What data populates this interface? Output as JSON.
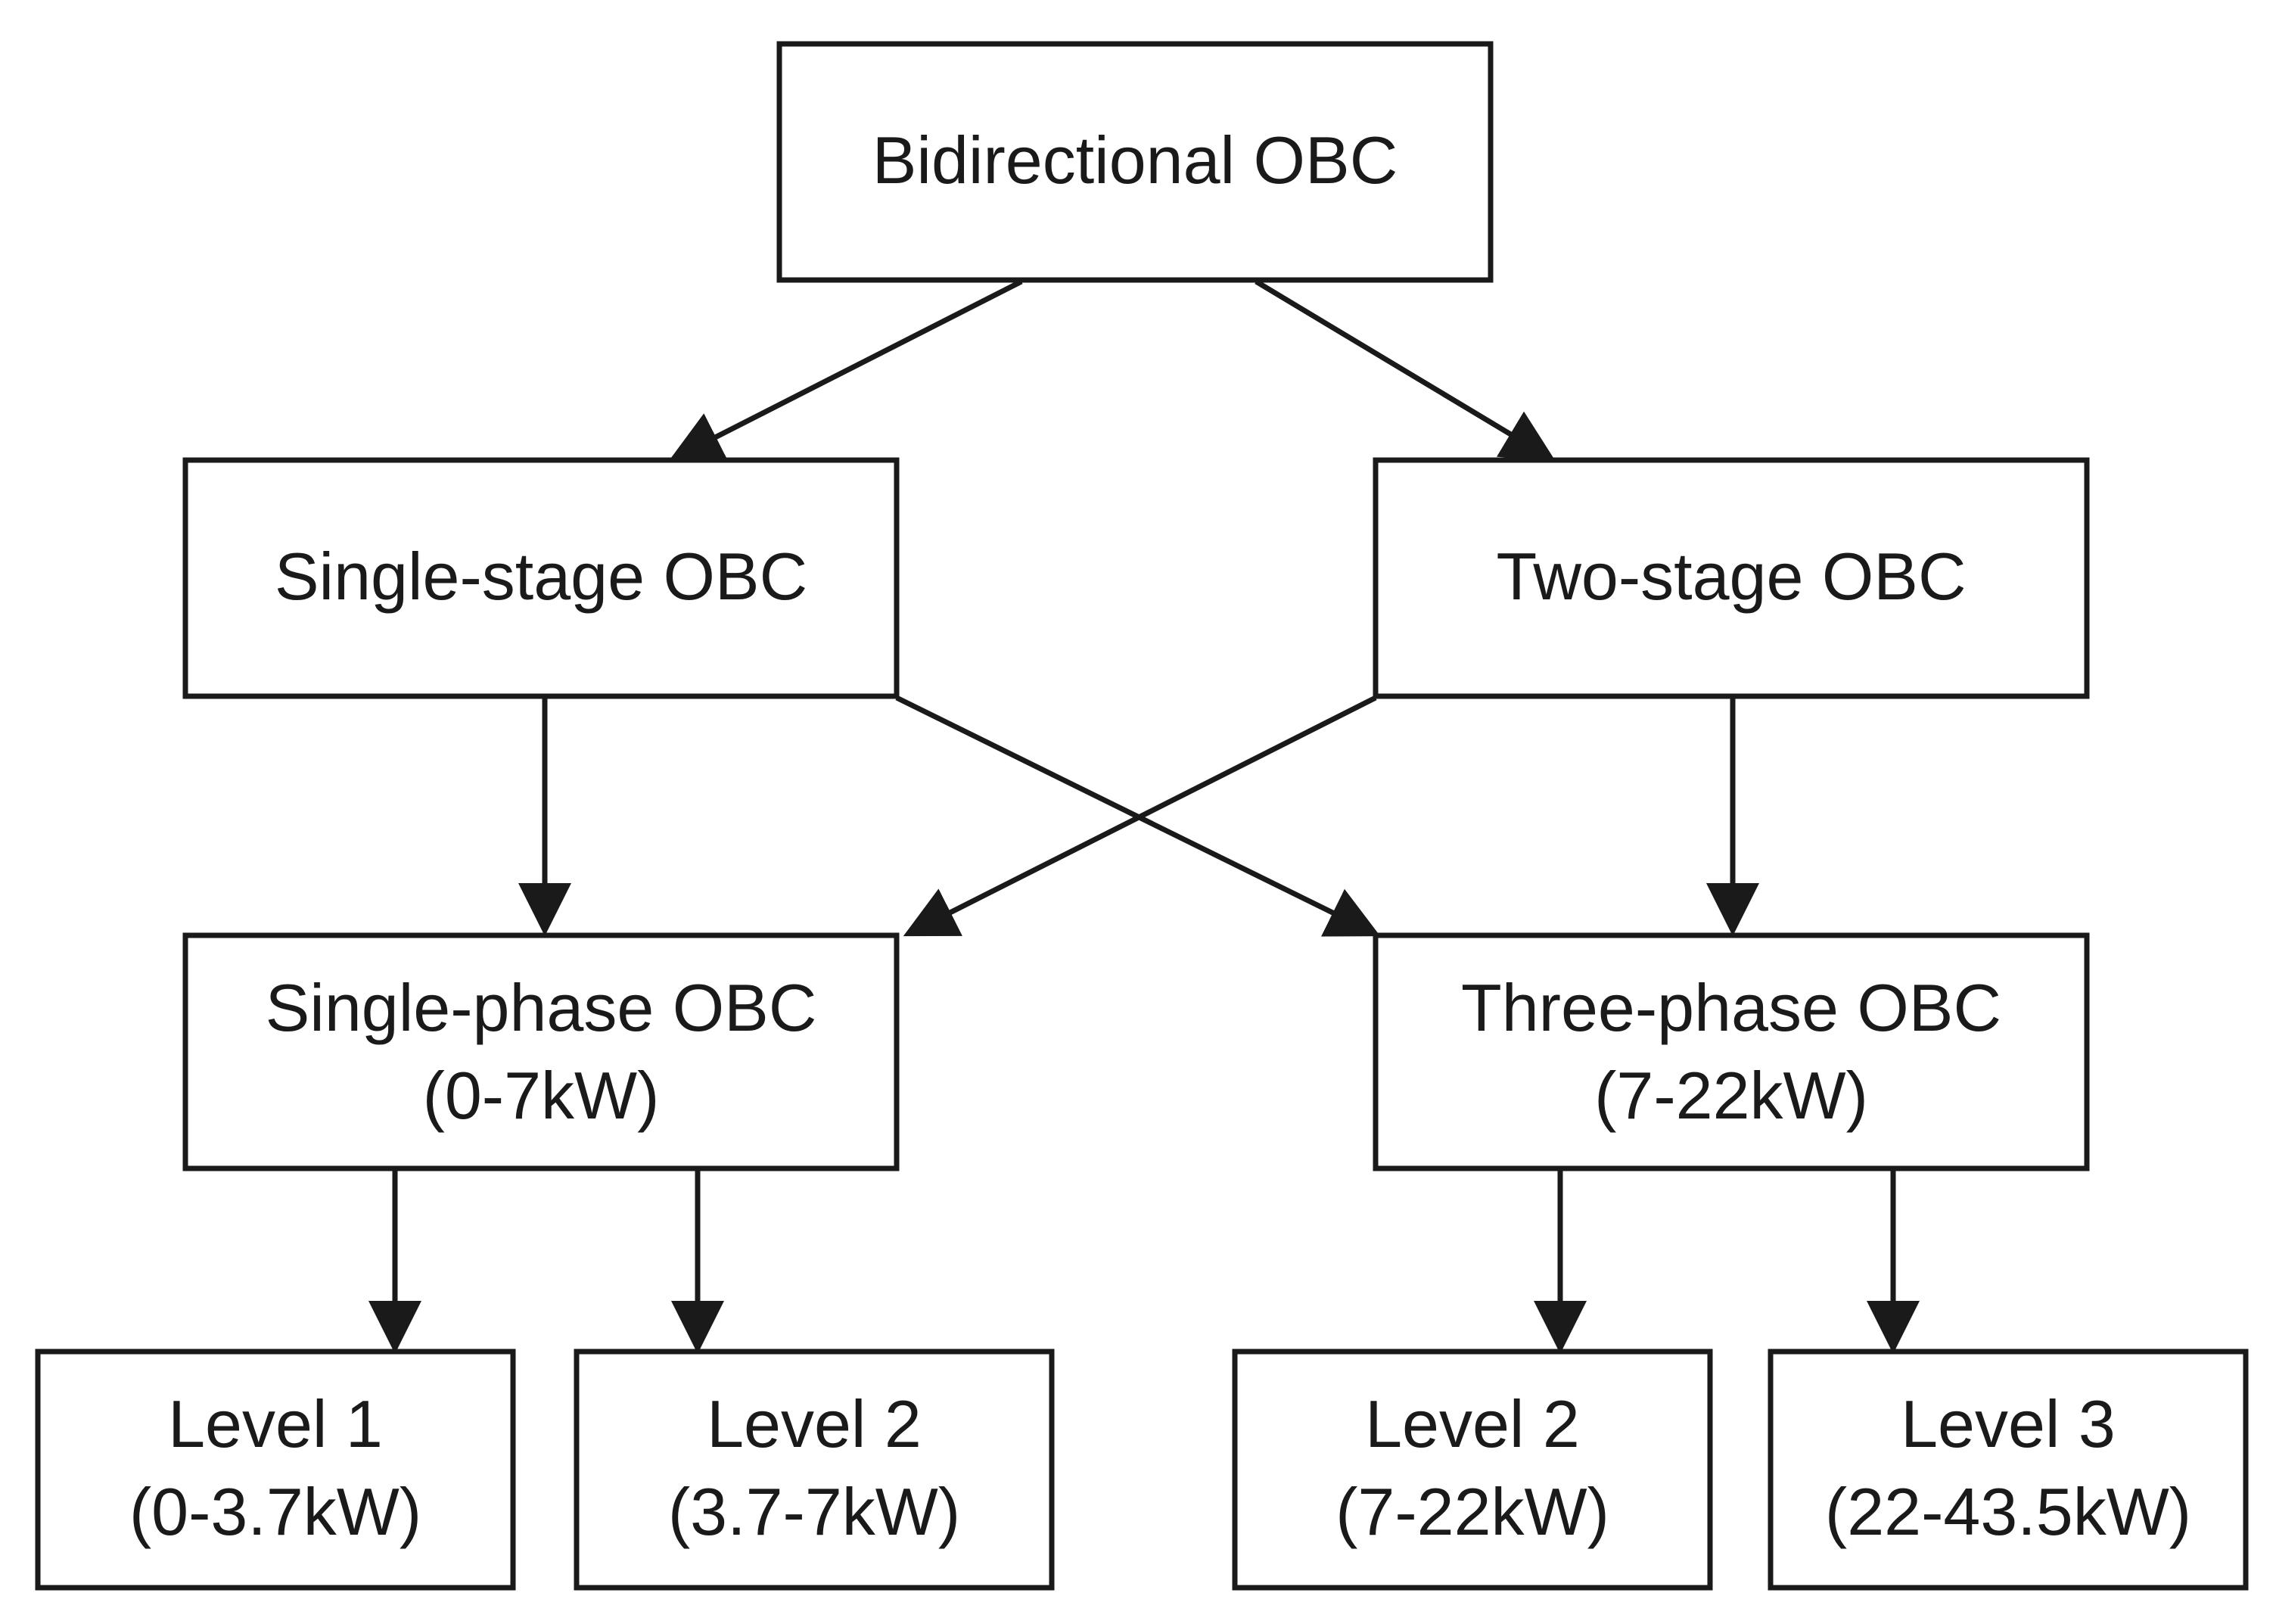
{
  "diagram": {
    "nodes": {
      "root": {
        "lines": [
          "Bidirectional OBC"
        ]
      },
      "single_stage": {
        "lines": [
          "Single-stage OBC"
        ]
      },
      "two_stage": {
        "lines": [
          "Two-stage OBC"
        ]
      },
      "single_phase": {
        "lines": [
          "Single-phase OBC",
          "(0-7kW)"
        ]
      },
      "three_phase": {
        "lines": [
          "Three-phase OBC",
          "(7-22kW)"
        ]
      },
      "level1": {
        "lines": [
          "Level 1",
          "(0-3.7kW)"
        ]
      },
      "level2_single": {
        "lines": [
          "Level 2",
          "(3.7-7kW)"
        ]
      },
      "level2_three": {
        "lines": [
          "Level 2",
          "(7-22kW)"
        ]
      },
      "level3": {
        "lines": [
          "Level 3",
          "(22-43.5kW)"
        ]
      }
    },
    "edges": [
      {
        "from": "root",
        "to": "single_stage"
      },
      {
        "from": "root",
        "to": "two_stage"
      },
      {
        "from": "single_stage",
        "to": "single_phase"
      },
      {
        "from": "single_stage",
        "to": "three_phase"
      },
      {
        "from": "two_stage",
        "to": "single_phase"
      },
      {
        "from": "two_stage",
        "to": "three_phase"
      },
      {
        "from": "single_phase",
        "to": "level1"
      },
      {
        "from": "single_phase",
        "to": "level2_single"
      },
      {
        "from": "three_phase",
        "to": "level2_three"
      },
      {
        "from": "three_phase",
        "to": "level3"
      }
    ],
    "colors": {
      "stroke": "#1a1a1a",
      "fill": "#ffffff",
      "text": "#1a1a1a"
    }
  }
}
